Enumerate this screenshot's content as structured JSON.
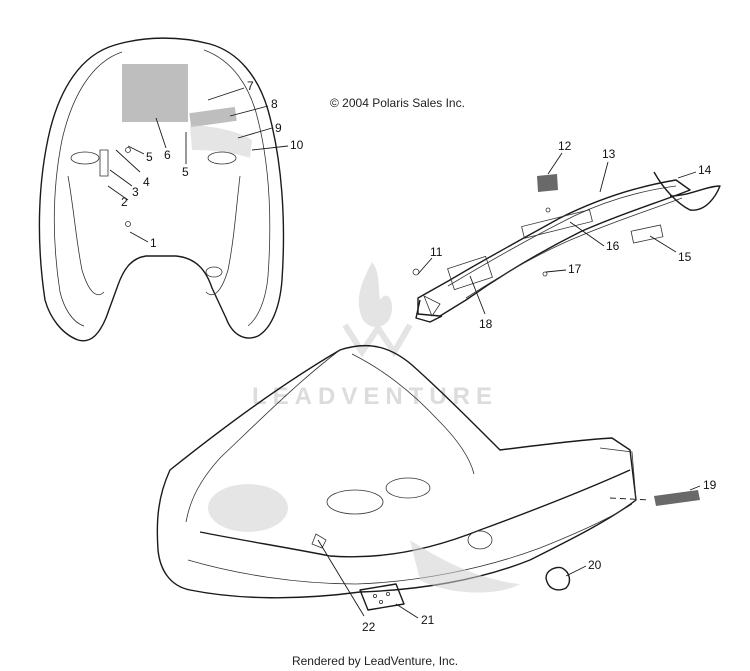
{
  "copyright": "© 2004 Polaris Sales Inc.",
  "footer": "Rendered by LeadVenture, Inc.",
  "watermark": "LEADVENTURE",
  "callouts": [
    {
      "id": "1",
      "label": "1"
    },
    {
      "id": "2",
      "label": "2"
    },
    {
      "id": "3",
      "label": "3"
    },
    {
      "id": "4",
      "label": "4"
    },
    {
      "id": "5a",
      "label": "5"
    },
    {
      "id": "5b",
      "label": "5"
    },
    {
      "id": "6",
      "label": "6"
    },
    {
      "id": "7",
      "label": "7"
    },
    {
      "id": "8",
      "label": "8"
    },
    {
      "id": "9",
      "label": "9"
    },
    {
      "id": "10",
      "label": "10"
    },
    {
      "id": "11",
      "label": "11"
    },
    {
      "id": "12",
      "label": "12"
    },
    {
      "id": "13",
      "label": "13"
    },
    {
      "id": "14",
      "label": "14"
    },
    {
      "id": "15",
      "label": "15"
    },
    {
      "id": "16",
      "label": "16"
    },
    {
      "id": "17",
      "label": "17"
    },
    {
      "id": "18",
      "label": "18"
    },
    {
      "id": "19",
      "label": "19"
    },
    {
      "id": "20",
      "label": "20"
    },
    {
      "id": "21",
      "label": "21"
    },
    {
      "id": "22",
      "label": "22"
    }
  ]
}
